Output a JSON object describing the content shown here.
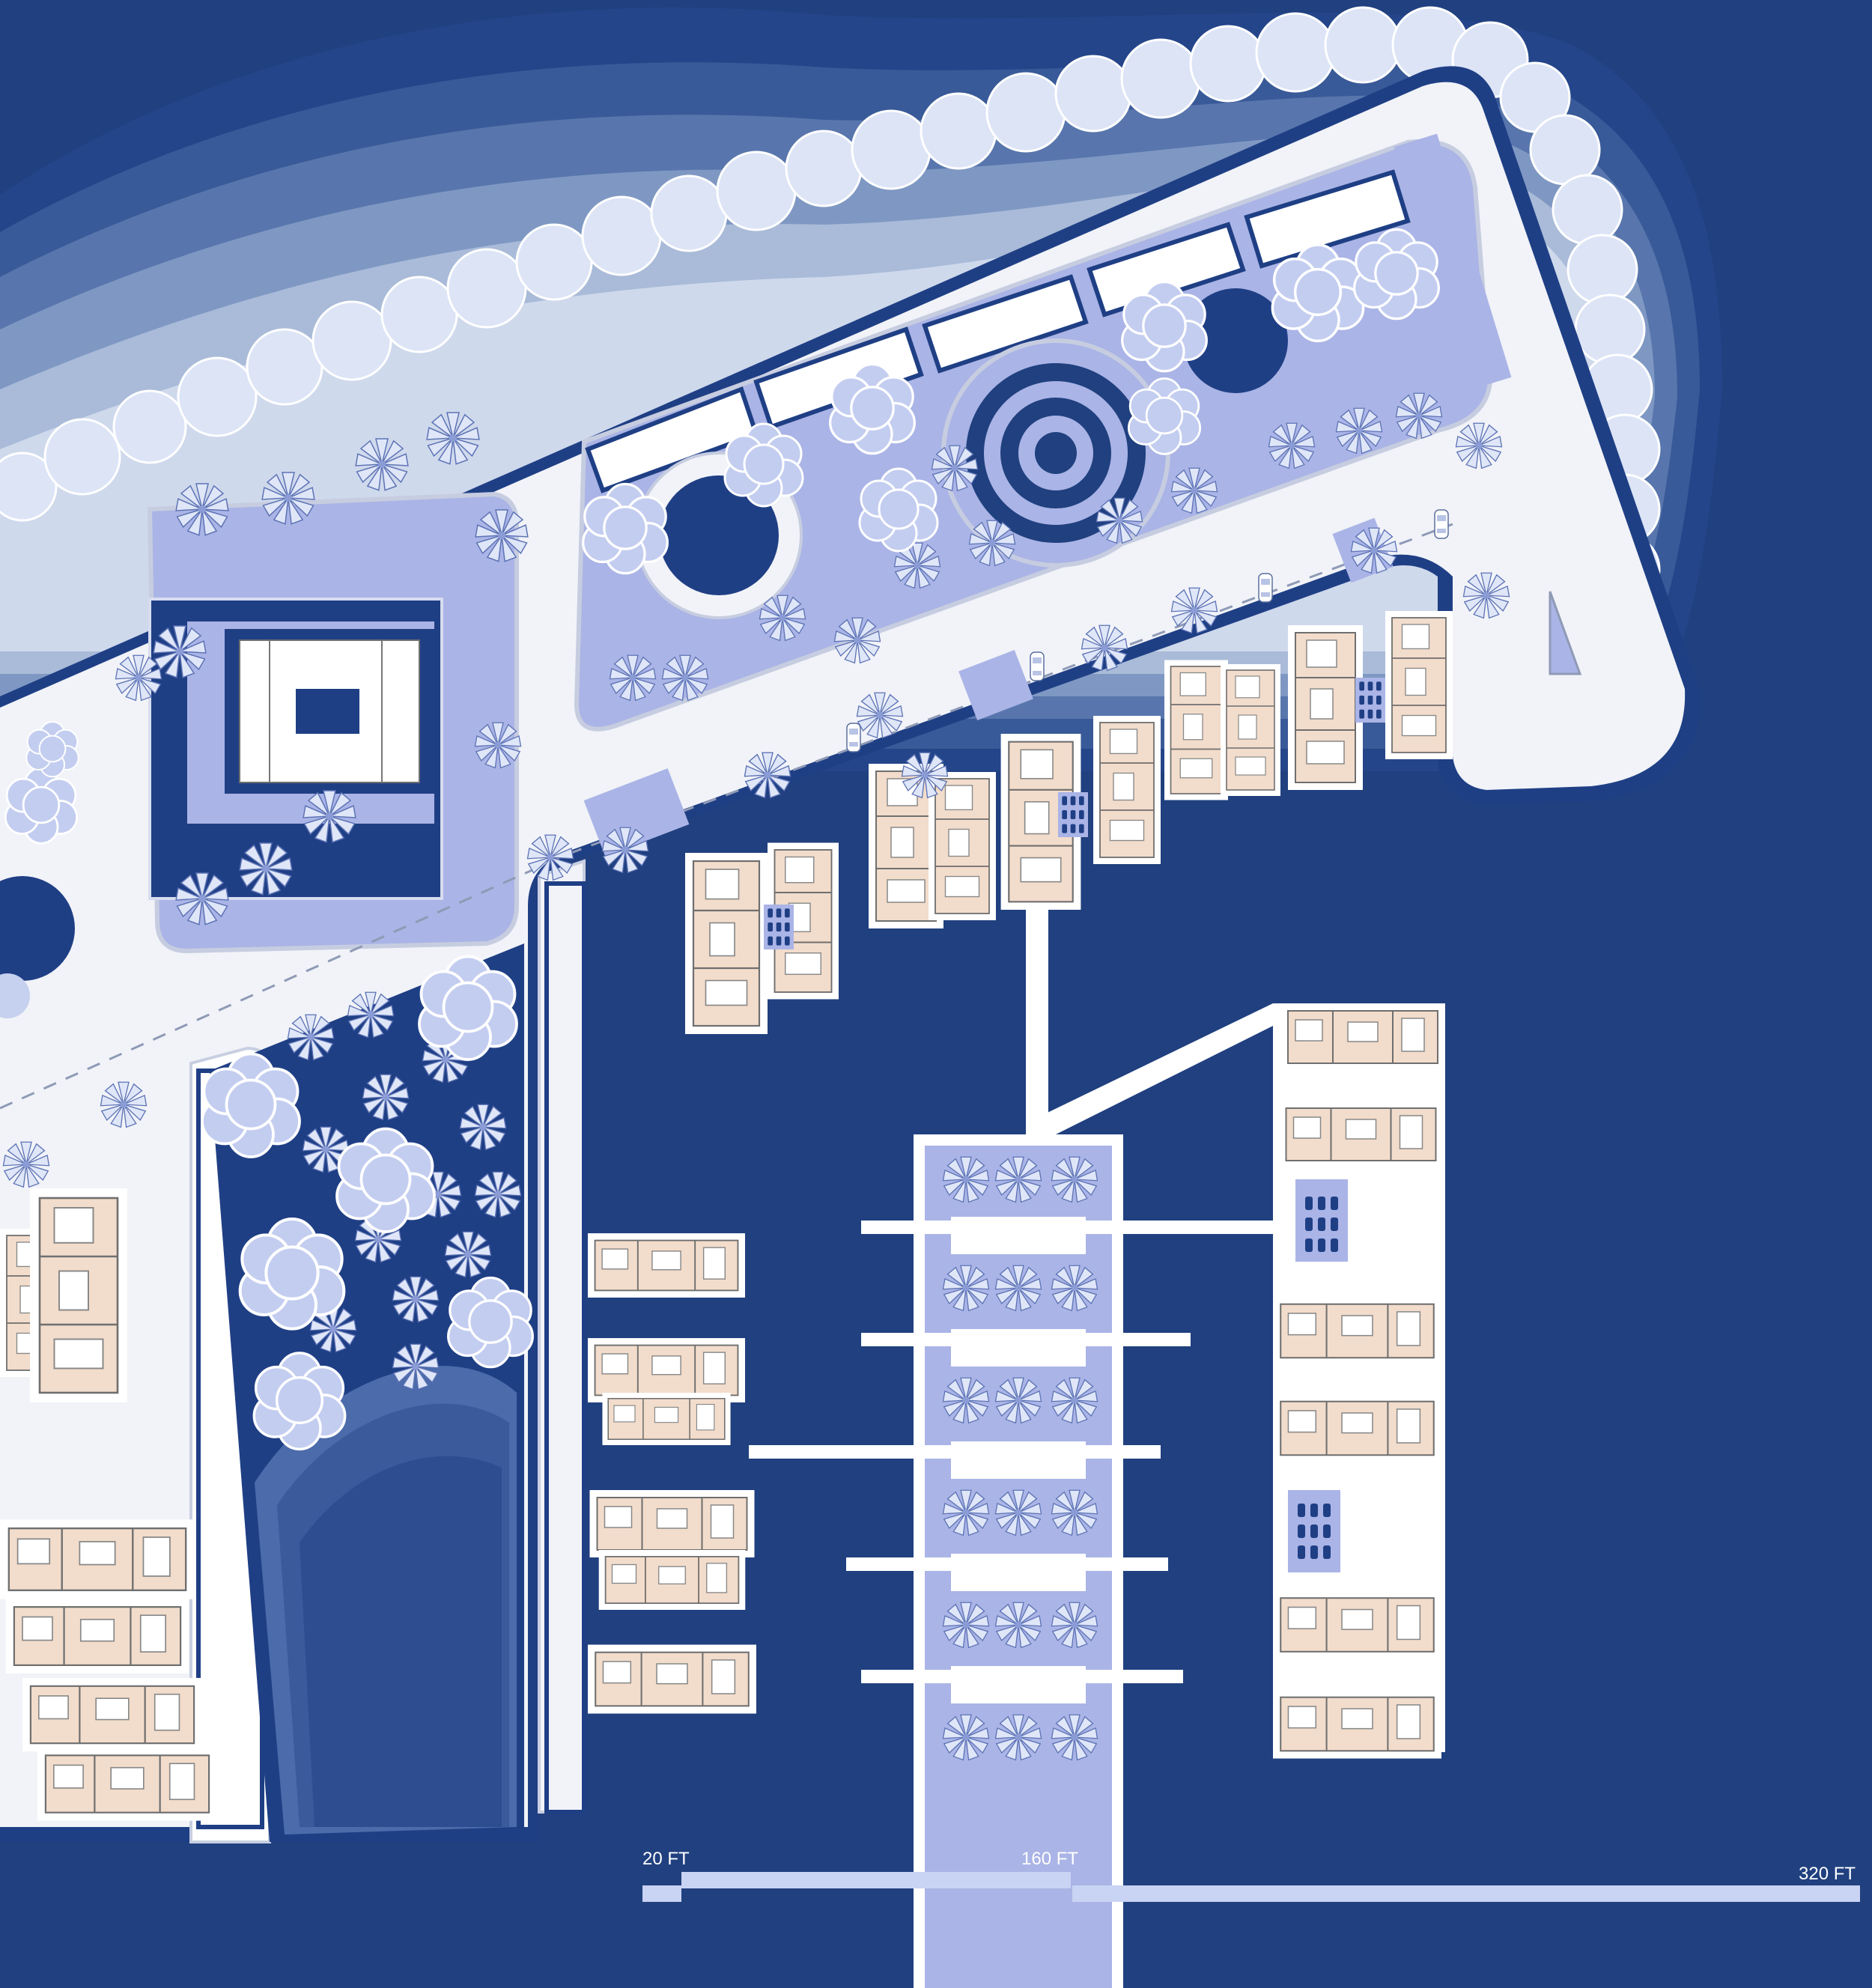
{
  "scale_bar": {
    "label_start": "20 FT",
    "label_mid": "160 FT",
    "label_end": "320 FT"
  },
  "colors": {
    "water": "#20407f",
    "deep_pool": "#1d3d86",
    "pier": "#f1f3f8",
    "pier_edge": "#d2d7e3",
    "lawn": "#aab4e6",
    "lawn_dark": "#8795d6",
    "foliage": "#c9d3f3",
    "house_interior": "#f2dccb",
    "coast_gradient": [
      "#24458a",
      "#395a98",
      "#5876ad",
      "#7f98c3",
      "#a9bbd8",
      "#cfd9ec"
    ]
  },
  "legend_icons": [
    "tree-icon",
    "palm-icon",
    "car-icon",
    "house-icon"
  ]
}
